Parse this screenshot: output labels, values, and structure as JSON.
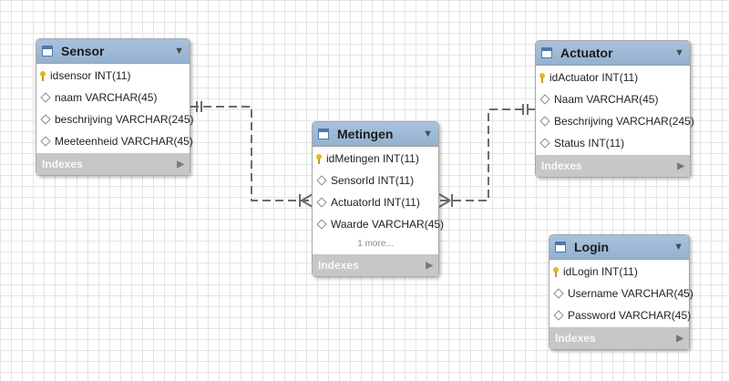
{
  "tables": {
    "sensor": {
      "title": "Sensor",
      "columns": [
        {
          "key": "primary",
          "text": "idsensor INT(11)"
        },
        {
          "key": "column",
          "text": "naam VARCHAR(45)"
        },
        {
          "key": "column",
          "text": "beschrijving VARCHAR(245)"
        },
        {
          "key": "column",
          "text": "Meeteenheid VARCHAR(45)"
        }
      ],
      "indexes_label": "Indexes"
    },
    "metingen": {
      "title": "Metingen",
      "columns": [
        {
          "key": "primary",
          "text": "idMetingen INT(11)"
        },
        {
          "key": "column",
          "text": "SensorId INT(11)"
        },
        {
          "key": "column",
          "text": "ActuatorId INT(11)"
        },
        {
          "key": "column",
          "text": "Waarde VARCHAR(45)"
        }
      ],
      "more_label": "1 more...",
      "indexes_label": "Indexes"
    },
    "actuator": {
      "title": "Actuator",
      "columns": [
        {
          "key": "primary",
          "text": "idActuator INT(11)"
        },
        {
          "key": "column",
          "text": "Naam VARCHAR(45)"
        },
        {
          "key": "column",
          "text": "Beschrijving VARCHAR(245)"
        },
        {
          "key": "column",
          "text": "Status INT(11)"
        }
      ],
      "indexes_label": "Indexes"
    },
    "login": {
      "title": "Login",
      "columns": [
        {
          "key": "primary",
          "text": "idLogin INT(11)"
        },
        {
          "key": "column",
          "text": "Username VARCHAR(45)"
        },
        {
          "key": "column",
          "text": "Password VARCHAR(45)"
        }
      ],
      "indexes_label": "Indexes"
    }
  },
  "relationships": [
    {
      "from": "sensor",
      "to": "metingen",
      "from_cardinality": "one",
      "to_cardinality": "many"
    },
    {
      "from": "actuator",
      "to": "metingen",
      "from_cardinality": "one",
      "to_cardinality": "many"
    }
  ],
  "icons": {
    "primary_key": "key-icon",
    "column": "diamond-icon",
    "table": "table-icon",
    "collapse": "chevron-down-icon",
    "expand": "triangle-right-icon"
  },
  "colors": {
    "header": "#9fbbd8",
    "indexes_bar": "#c7c7c7",
    "grid": "#e4e4e4",
    "key": "#e3b726",
    "link": "#6b6b6b"
  }
}
